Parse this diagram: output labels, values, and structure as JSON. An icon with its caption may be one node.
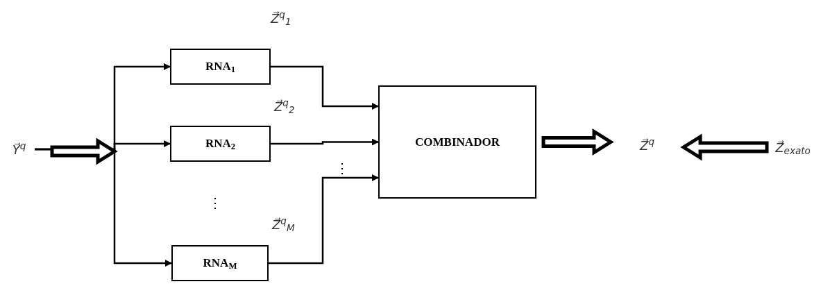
{
  "diagram": {
    "nodes": [
      {
        "text": [
          "Y⃗$^{q}$"
        ]
      },
      {
        "text": [
          "RNA$_{1}$"
        ]
      },
      {
        "text": [
          "RNA$_{2}$"
        ]
      },
      {
        "text": [
          "RNA$_{M}$"
        ]
      },
      {
        "text": [
          "COMBINADOR"
        ]
      },
      {
        "text": [
          "Z⃗$^{q}$"
        ]
      },
      {
        "text": [
          "Z⃗$_{exato}$"
        ]
      }
    ],
    "edges": [
      {
        "from": 0,
        "to": 1,
        "arrow": "to"
      },
      {
        "from": 0,
        "to": 2,
        "arrow": "to"
      },
      {
        "from": 0,
        "to": 3,
        "arrow": "to"
      },
      {
        "from": 1,
        "to": 4,
        "arrow": "to",
        "label": "Z⃗$^{q}$$_{1}$"
      },
      {
        "from": 2,
        "to": 4,
        "arrow": "to",
        "label": "Z⃗$^{q}$$_{2}$"
      },
      {
        "from": 3,
        "to": 4,
        "arrow": "to",
        "label": "Z⃗$^{q}$$_{M}$"
      },
      {
        "from": 4,
        "to": 5,
        "arrow": "to",
        "style": "thick"
      },
      {
        "from": 6,
        "to": 5,
        "arrow": "to",
        "style": "thick"
      }
    ],
    "labels": [
      "⋮",
      "⋮"
    ]
  }
}
